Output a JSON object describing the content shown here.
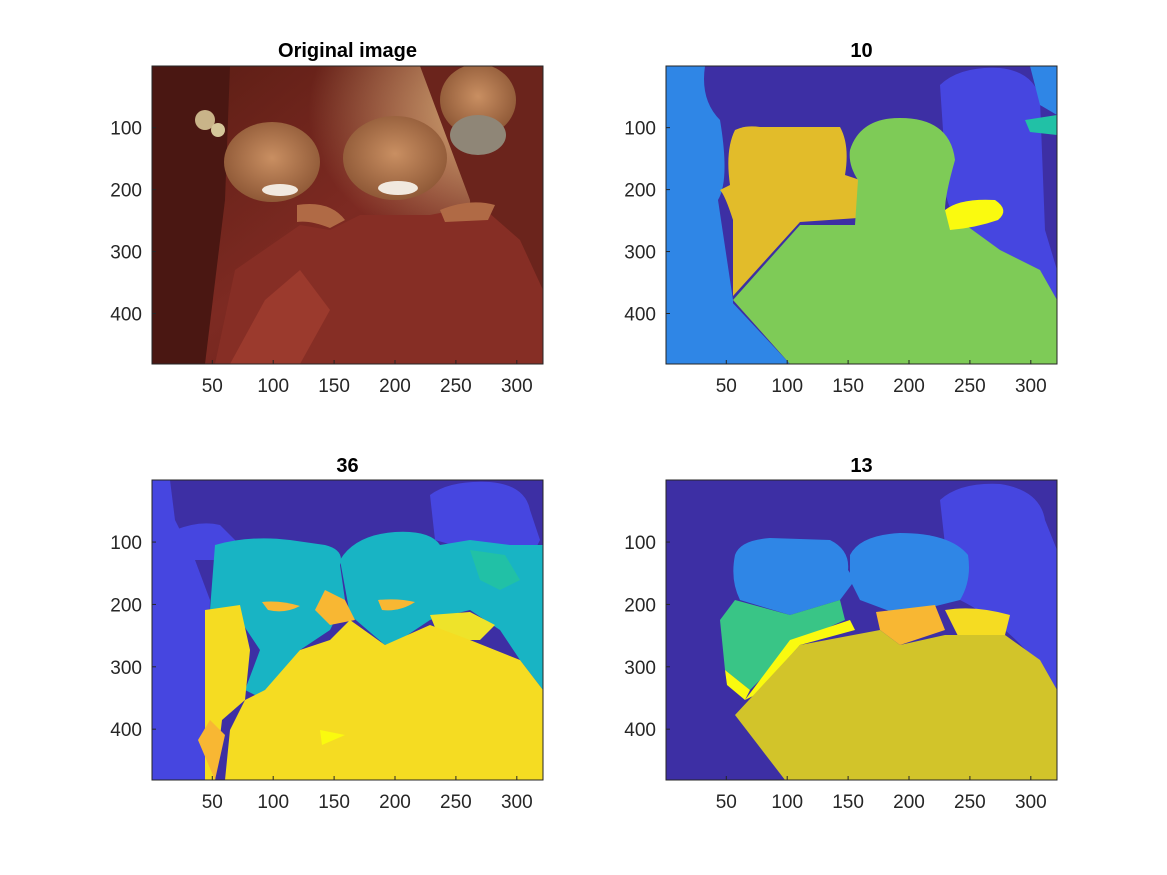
{
  "colors": {
    "background": "#ffffff",
    "axis": "#262626",
    "palette": {
      "bg_dark": "#3d2fa4",
      "violet": "#4646e0",
      "blue_mid": "#2f86e6",
      "sky": "#2fa8e6",
      "cyan": "#18b4c4",
      "teal": "#21c1a6",
      "green": "#39c586",
      "lime": "#7ecb57",
      "mustard": "#d2c42a",
      "gold": "#e2bc2a",
      "orange": "#f8b733",
      "yellow": "#f5dc22",
      "bright_yellow": "#fafa0f",
      "yellow2": "#eee32a"
    }
  },
  "chart_data": [
    {
      "type": "image",
      "title": "Original image",
      "content": "photograph",
      "xlim": [
        0.5,
        321.5
      ],
      "ylim": [
        0.5,
        481.5
      ],
      "y_reversed": true,
      "xticks": [
        50,
        100,
        150,
        200,
        250,
        300
      ],
      "yticks": [
        100,
        200,
        300,
        400
      ]
    },
    {
      "type": "heatmap",
      "title": "10",
      "content": "segmentation label map",
      "xlim": [
        0.5,
        321.5
      ],
      "ylim": [
        0.5,
        481.5
      ],
      "y_reversed": true,
      "xticks": [
        50,
        100,
        150,
        200,
        250,
        300
      ],
      "yticks": [
        100,
        200,
        300,
        400
      ]
    },
    {
      "type": "heatmap",
      "title": "36",
      "content": "segmentation label map",
      "xlim": [
        0.5,
        321.5
      ],
      "ylim": [
        0.5,
        481.5
      ],
      "y_reversed": true,
      "xticks": [
        50,
        100,
        150,
        200,
        250,
        300
      ],
      "yticks": [
        100,
        200,
        300,
        400
      ]
    },
    {
      "type": "heatmap",
      "title": "13",
      "content": "segmentation label map",
      "xlim": [
        0.5,
        321.5
      ],
      "ylim": [
        0.5,
        481.5
      ],
      "y_reversed": true,
      "xticks": [
        50,
        100,
        150,
        200,
        250,
        300
      ],
      "yticks": [
        100,
        200,
        300,
        400
      ]
    }
  ]
}
